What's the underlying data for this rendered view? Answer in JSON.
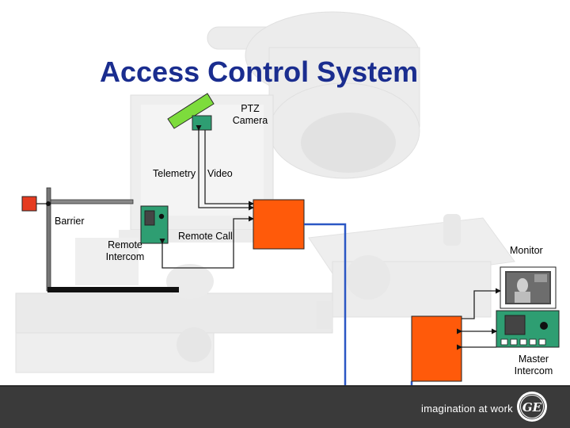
{
  "title": "Access Control System",
  "labels": {
    "ptz_camera": "PTZ\nCamera",
    "telemetry": "Telemetry",
    "video": "Video",
    "barrier": "Barrier",
    "remote_call": "Remote Call",
    "remote_intercom": "Remote\nIntercom",
    "monitor": "Monitor",
    "master_intercom": "Master\nIntercom"
  },
  "footer": {
    "tagline": "imagination at work",
    "logo_text": "GE"
  },
  "colors": {
    "title": "#1a2d8f",
    "controller_orange": "#ff5a0a",
    "video_line_blue": "#2b57c4",
    "device_green": "#2e9e72",
    "camera_green": "#7ddc3c",
    "barrier_red": "#e53b20",
    "footer_band": "#3a3a3a"
  }
}
